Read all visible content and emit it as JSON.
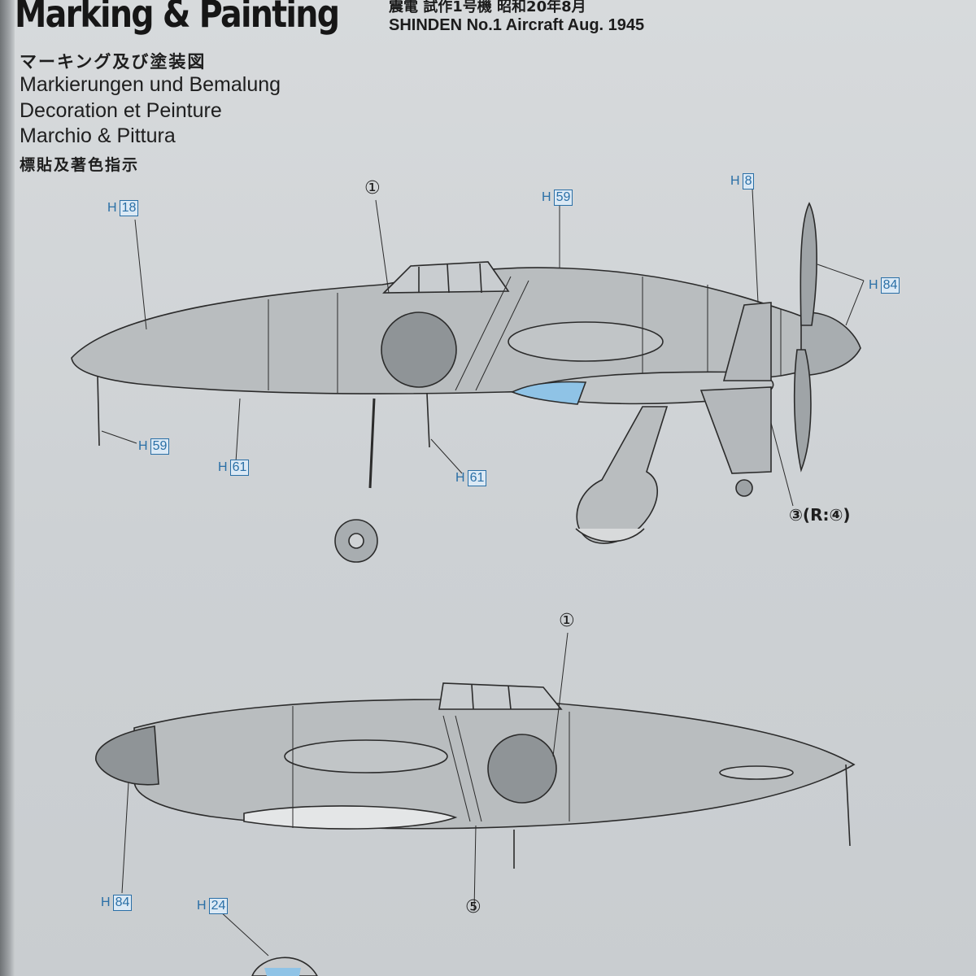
{
  "header": {
    "title": "Marking & Painting",
    "subtitle_jp": "震電 試作1号機 昭和20年8月",
    "subtitle_en": "SHINDEN No.1 Aircraft Aug. 1945"
  },
  "languages": [
    "マーキング及び塗装図",
    "Markierungen und Bemalung",
    "Decoration et Peinture",
    "Marchio & Pittura",
    "標貼及著色指示"
  ],
  "side_view": {
    "callout_1": "①",
    "callout_3": "③(R:④)",
    "paint_labels": [
      {
        "prefix": "H",
        "code": "18"
      },
      {
        "prefix": "H",
        "code": "59"
      },
      {
        "prefix": "H",
        "code": "8"
      },
      {
        "prefix": "H",
        "code": "84"
      },
      {
        "prefix": "H",
        "code": "59"
      },
      {
        "prefix": "H",
        "code": "61"
      },
      {
        "prefix": "H",
        "code": "61"
      }
    ]
  },
  "top_view": {
    "callout_1": "①",
    "callout_5": "⑤",
    "paint_labels": [
      {
        "prefix": "H",
        "code": "84"
      },
      {
        "prefix": "H",
        "code": "24"
      }
    ]
  },
  "colors": {
    "body": "#b9bdbf",
    "label_blue": "#2a6fa6",
    "roundel_blue": "#8fc3e6"
  }
}
